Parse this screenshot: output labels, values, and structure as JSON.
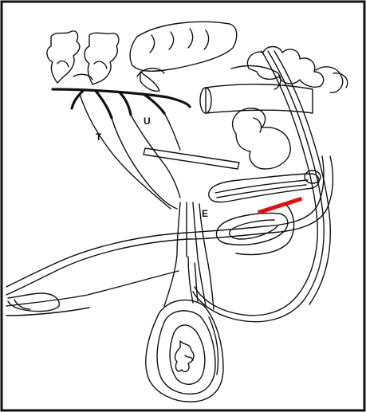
{
  "figure": {
    "labels": {
      "t": "T",
      "u": "U",
      "e": "E"
    },
    "colors": {
      "frame": "#111111",
      "ink": "#111111",
      "marker": "#e01010",
      "background": "#ffffff"
    }
  }
}
